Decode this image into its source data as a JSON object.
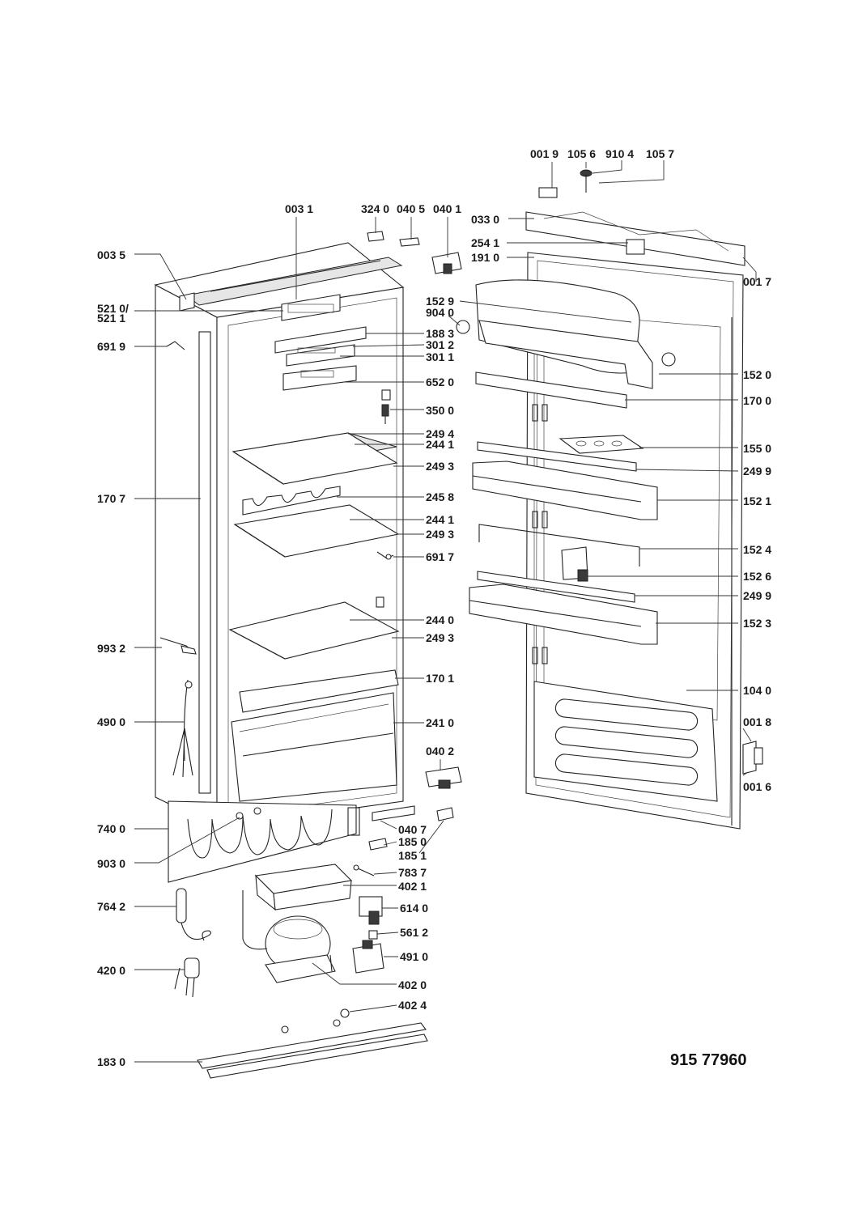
{
  "model_number": "915 77960",
  "parts": {
    "p0019": "001 9",
    "p1056": "105 6",
    "p9104": "910 4",
    "p1057": "105 7",
    "p0031": "003 1",
    "p3240": "324 0",
    "p0405": "040 5",
    "p0401": "040 1",
    "p0330": "033 0",
    "p2541": "254 1",
    "p1910": "191 0",
    "p0017": "001 7",
    "p0035": "003 5",
    "p5210": "521 0/",
    "p5211": "521 1",
    "p1529": "152 9",
    "p9040": "904 0",
    "p1883": "188 3",
    "p3012": "301 2",
    "p3011": "301 1",
    "p6919": "691 9",
    "p1520": "152 0",
    "p6520": "652 0",
    "p1700": "170 0",
    "p3500": "350 0",
    "p2494": "249 4",
    "p2441a": "244 1",
    "p2493a": "249 3",
    "p1550": "155 0",
    "p2499a": "249 9",
    "p1707": "170 7",
    "p2458": "245 8",
    "p1521": "152 1",
    "p2441b": "244 1",
    "p2493b": "249 3",
    "p6917": "691 7",
    "p1524": "152 4",
    "p1526": "152 6",
    "p2499b": "249 9",
    "p2440": "244 0",
    "p1523": "152 3",
    "p9932": "993 2",
    "p2493c": "249 3",
    "p1701": "170 1",
    "p1040": "104 0",
    "p4900": "490 0",
    "p2410": "241 0",
    "p0018": "001 8",
    "p0402": "040 2",
    "p0016": "001 6",
    "p7400": "740 0",
    "p0407": "040 7",
    "p1850": "185 0",
    "p9030": "903 0",
    "p1851": "185 1",
    "p7837": "783 7",
    "p4021": "402 1",
    "p7642": "764 2",
    "p6140": "614 0",
    "p5612": "561 2",
    "p4910": "491 0",
    "p4200": "420 0",
    "p4020": "402 0",
    "p4024": "402 4",
    "p1830": "183 0"
  }
}
